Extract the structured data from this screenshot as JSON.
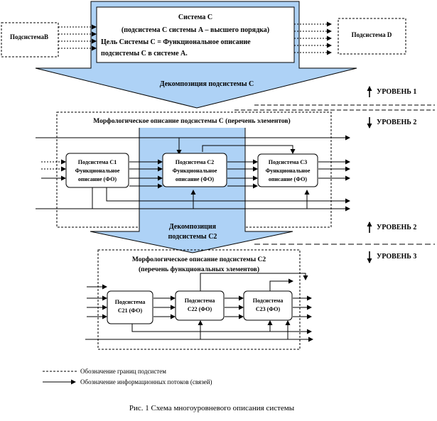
{
  "top": {
    "subsystem_b": "ПодсистемаB",
    "subsystem_d": "Подсистема D",
    "system_c_line1": "Система С",
    "system_c_line2": "(подсистема С системы А – высшего порядка)",
    "system_c_line3": "Цель Системы С = Функциональное описание",
    "system_c_line4": "подсистемы С в системе А.",
    "decomposition_c": "Декомпозиция подсистемы С"
  },
  "levels": {
    "level1": "УРОВЕНЬ 1",
    "level2a": "УРОВЕНЬ 2",
    "level2b": "УРОВЕНЬ 2",
    "level3": "УРОВЕНЬ 3"
  },
  "level2": {
    "title": "Морфологическое  описание подсистемы С (перечень элементов)",
    "c1": [
      "Подсистема  С1",
      "Функциональное",
      "описание  (ФО)"
    ],
    "c2": [
      "Подсистема  С2",
      "Функциональное",
      "описание  (ФО)"
    ],
    "c3": [
      "Подсистема  С3",
      "Функциональное",
      "описание  (ФО)"
    ],
    "decomposition_c2_line1": "Декомпозиция",
    "decomposition_c2_line2": "подсистемы С2"
  },
  "level3": {
    "title_line1": "Морфологическое описание подсистемы С2",
    "title_line2": "(перечень функциональных элементов)",
    "c21": [
      "Подсистема",
      "С21  (ФО)"
    ],
    "c22": [
      "Подсистема",
      "С22  (ФО)"
    ],
    "c23": [
      "Подсистема",
      "С23  (ФО)"
    ]
  },
  "legend": {
    "dashed": "Обозначение границ подсистем",
    "arrow": "Обозначение информационных потоков (связей)"
  },
  "caption": "Рис. 1 Схема многоуровневого  описания  системы"
}
